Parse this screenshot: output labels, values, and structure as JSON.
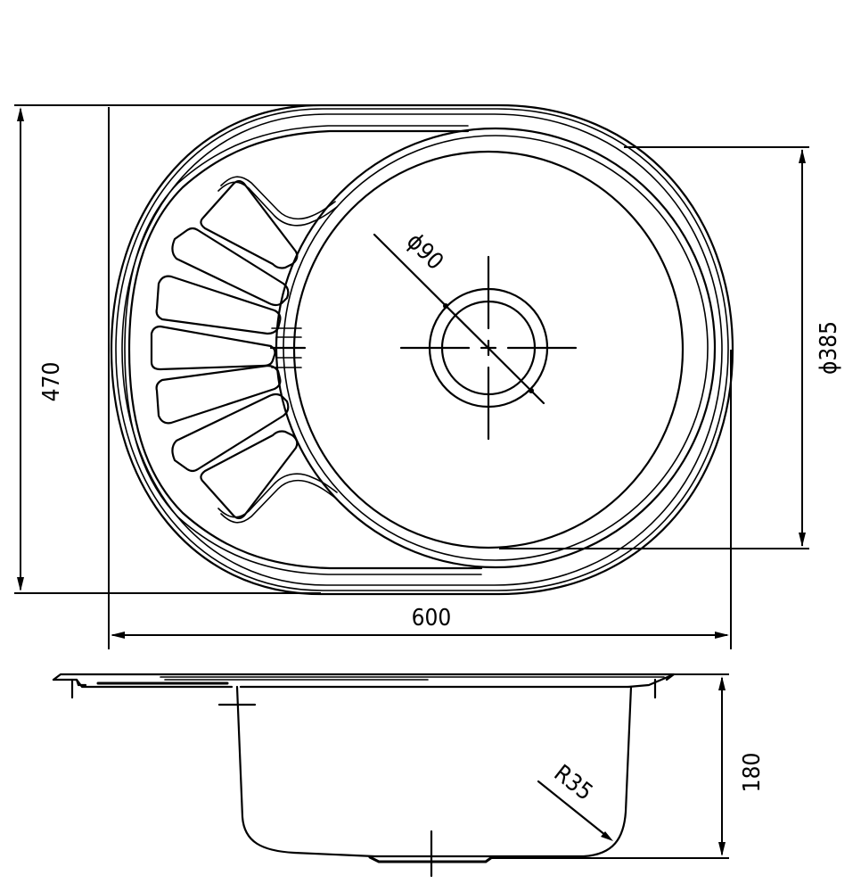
{
  "drawing": {
    "subject": "oval kitchen sink with round bowl and drainboard",
    "views": [
      "top view",
      "side section"
    ],
    "line_color": "#000000",
    "background_color": "#ffffff"
  },
  "dimensions": {
    "overall_width": {
      "value": "600",
      "label": "600"
    },
    "overall_depth": {
      "value": "470",
      "label": "470"
    },
    "bowl_diameter": {
      "value": "385",
      "label": "ϕ385",
      "symbol": "diameter"
    },
    "drain_diameter": {
      "value": "90",
      "label": "ϕ90",
      "symbol": "diameter"
    },
    "bowl_depth": {
      "value": "180",
      "label": "180"
    },
    "corner_radius": {
      "value": "35",
      "label": "R35"
    }
  },
  "drainboard": {
    "rib_count": 7
  }
}
